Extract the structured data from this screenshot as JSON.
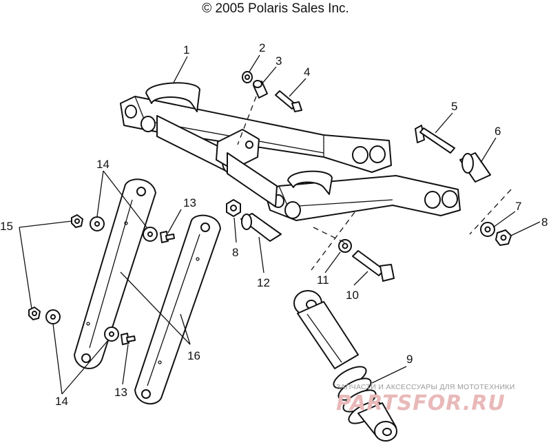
{
  "header": {
    "copyright": "© 2005 Polaris Sales Inc."
  },
  "callouts": {
    "c1": "1",
    "c2": "2",
    "c3": "3",
    "c4": "4",
    "c5": "5",
    "c6": "6",
    "c7": "7",
    "c8a": "8",
    "c8b": "8",
    "c9": "9",
    "c10": "10",
    "c11": "11",
    "c12": "12",
    "c13a": "13",
    "c13b": "13",
    "c14a": "14",
    "c14b": "14",
    "c15": "15",
    "c16": "16"
  },
  "watermark": {
    "subtitle": "ЗАПЧАСТИ И АКСЕССУАРЫ ДЛЯ МОТОТЕХНИКИ",
    "logo": "PARTSFOR.RU"
  }
}
